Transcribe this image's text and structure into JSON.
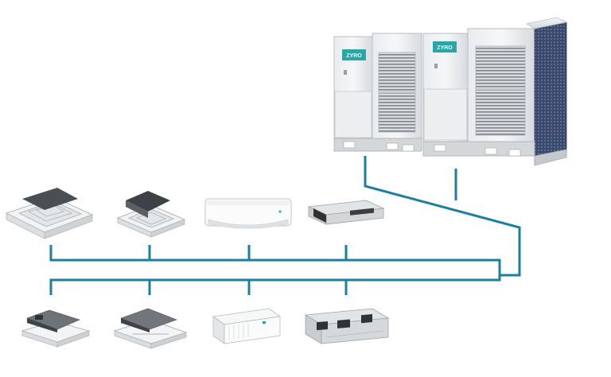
{
  "diagram": {
    "pipe_color": "#1a7fa0",
    "brand_color": "#2aa5a8",
    "outdoor_units": [
      {
        "name": "outdoor-unit-1",
        "logo_text": "ZYRO"
      },
      {
        "name": "outdoor-unit-2",
        "logo_text": "ZYRO"
      }
    ],
    "indoor_units_top": [
      "four-way-cassette-large",
      "four-way-cassette-compact",
      "wall-mounted-split",
      "slim-duct-unit"
    ],
    "indoor_units_bottom": [
      "one-way-cassette",
      "two-way-cassette",
      "ceiling-floor-console",
      "high-static-duct-unit"
    ]
  }
}
